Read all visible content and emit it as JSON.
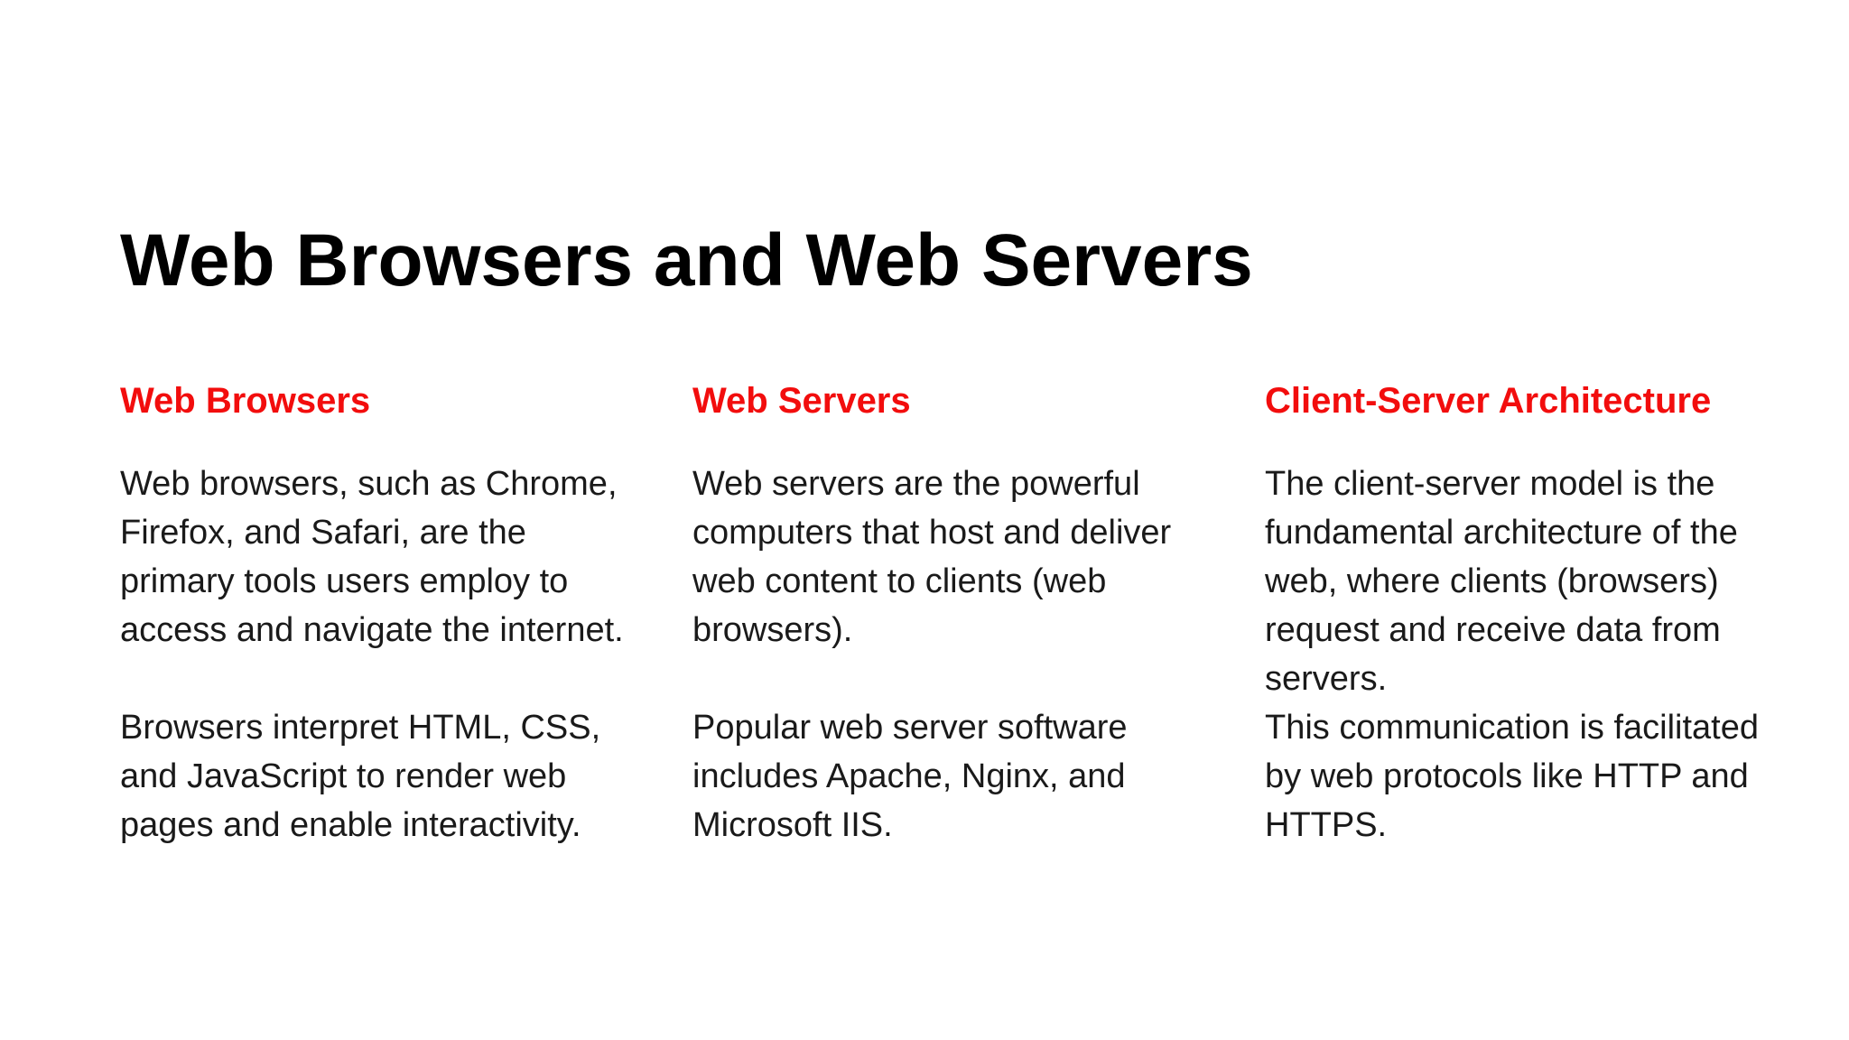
{
  "slide": {
    "title": "Web Browsers and Web Servers",
    "colors": {
      "background": "#ffffff",
      "title_text": "#000000",
      "heading_accent_red": "#f20d0d",
      "body_text": "#1a1a1a"
    },
    "columns": [
      {
        "heading": "Web Browsers",
        "paragraph1": "Web browsers, such as Chrome, Firefox, and Safari, are the primary tools users employ to access and navigate the internet.",
        "paragraph2": "Browsers interpret HTML, CSS, and JavaScript to render web pages and enable interactivity."
      },
      {
        "heading": "Web Servers",
        "paragraph1": "Web servers are the powerful computers that host and deliver web content to clients (web browsers).",
        "paragraph2": "Popular web server software includes Apache, Nginx, and Microsoft IIS."
      },
      {
        "heading": "Client-Server Architecture",
        "paragraph1": "The client-server model is the fundamental architecture of the web, where clients (browsers) request and receive data from servers.",
        "paragraph2": "This communication is facilitated by web protocols like HTTP and HTTPS."
      }
    ]
  }
}
